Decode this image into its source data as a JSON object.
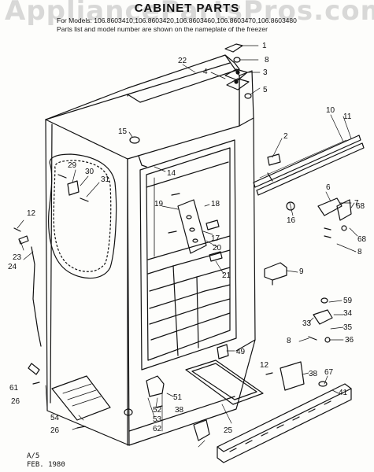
{
  "header": {
    "title": "CABINET PARTS",
    "models": "For Models: 106.8603410,106.8603420,106.8603460,106.8603470,106.8603480",
    "note": "Parts list and model number are shown on the nameplate of the freezer"
  },
  "watermark": "AppliancePartsPros.com",
  "footer": {
    "code": "A/5",
    "date": "FEB. 1980"
  },
  "callouts": [
    "1",
    "2",
    "3",
    "4",
    "5",
    "6",
    "7",
    "8",
    "9",
    "10",
    "11",
    "12",
    "14",
    "15",
    "16",
    "17",
    "18",
    "19",
    "20",
    "21",
    "22",
    "23",
    "24",
    "25",
    "26",
    "29",
    "30",
    "31",
    "33",
    "34",
    "35",
    "36",
    "38",
    "41",
    "49",
    "51",
    "52",
    "53",
    "54",
    "59",
    "61",
    "62",
    "67",
    "68"
  ],
  "colors": {
    "ink": "#111111",
    "paper": "#fdfdfb",
    "watermark": "#aaaaaa"
  }
}
